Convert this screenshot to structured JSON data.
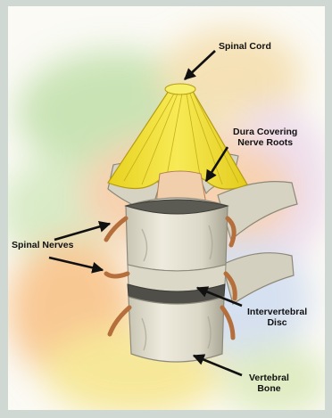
{
  "labels": {
    "spinal_cord": "Spinal Cord",
    "dura": "Dura Covering\nNerve Roots",
    "spinal_nerves": "Spinal Nerves",
    "disc": "Intervertebral\nDisc",
    "bone": "Vertebral\nBone"
  },
  "colors": {
    "frame": "#cfd8d2",
    "panel": "#fbfaf5",
    "cord": "#f2e22e",
    "nerve": "#c97a45",
    "bone": "#dcd8c8",
    "disc": "#5d5c55"
  }
}
